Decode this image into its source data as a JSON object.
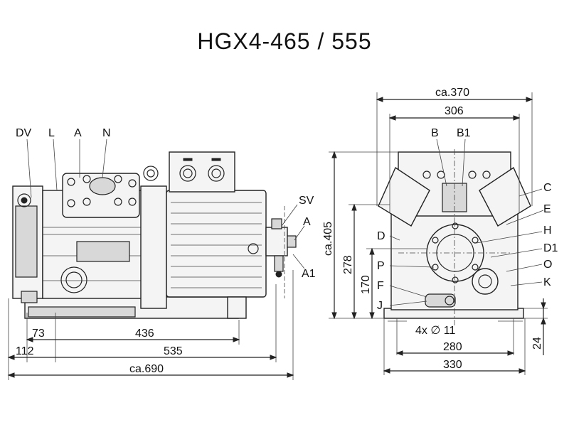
{
  "title": "HGX4-465 / 555",
  "side_view": {
    "labels": {
      "dv": "DV",
      "l": "L",
      "a_top": "A",
      "n": "N",
      "sv": "SV",
      "a_right": "A",
      "a1": "A1"
    },
    "dims": {
      "d73": "73",
      "d436": "436",
      "d112": "112",
      "d535": "535",
      "d690": "ca.690"
    }
  },
  "front_view": {
    "labels": {
      "b": "B",
      "b1": "B1",
      "c": "C",
      "e": "E",
      "h": "H",
      "d1": "D1",
      "o": "O",
      "k": "K",
      "d": "D",
      "p": "P",
      "f": "F",
      "j": "J"
    },
    "dims": {
      "d370": "ca.370",
      "d306": "306",
      "d405": "ca.405",
      "d278": "278",
      "d170": "170",
      "holes": "4x ∅ 11",
      "d280": "280",
      "d330": "330",
      "d24": "24"
    }
  }
}
